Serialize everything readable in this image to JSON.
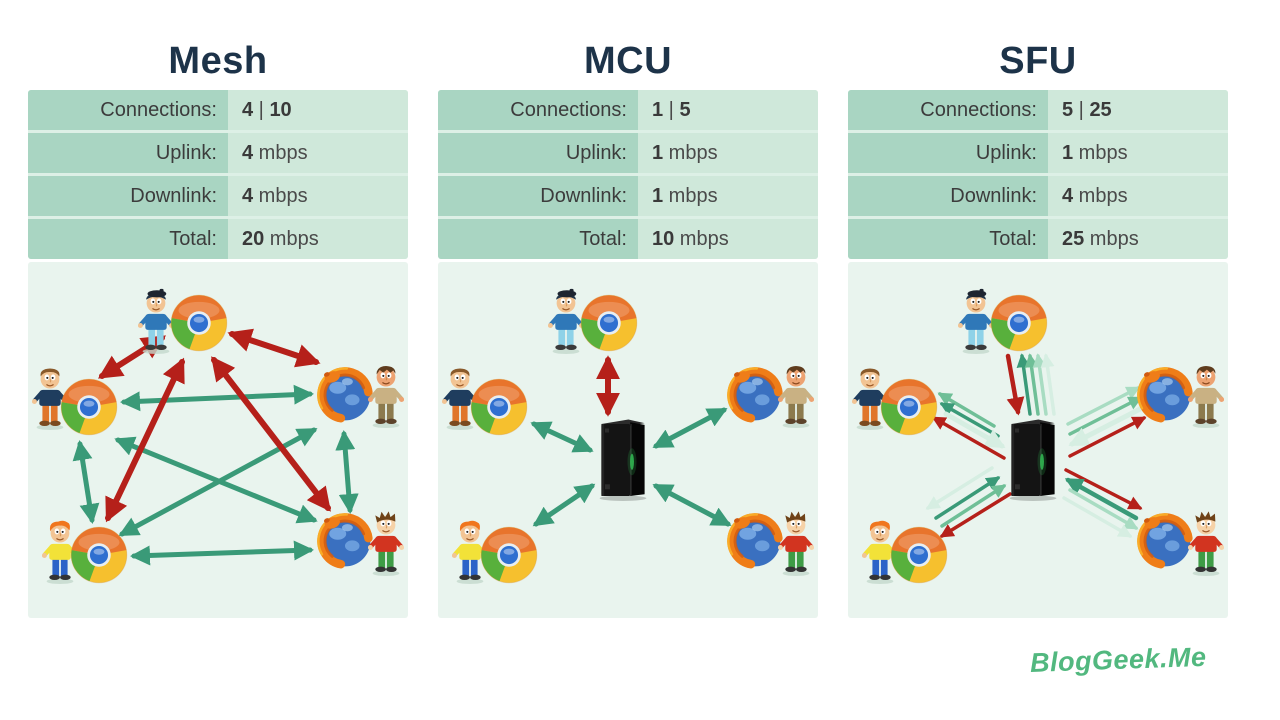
{
  "columns": [
    {
      "id": "mesh",
      "title": "Mesh",
      "rows": [
        {
          "label": "Connections:",
          "v1": "4",
          "v2": " | ",
          "v3": "10"
        },
        {
          "label": "Uplink:",
          "v1": "4",
          "v2": " mbps"
        },
        {
          "label": "Downlink:",
          "v1": "4",
          "v2": " mbps"
        },
        {
          "label": "Total:",
          "v1": "20",
          "v2": " mbps"
        }
      ],
      "diagram": {
        "layout": "pentagon-full-mesh",
        "server": false,
        "clients": [
          "chrome-man-beret",
          "chrome-boy",
          "firefox-man",
          "chrome-man-orange-hair",
          "firefox-kid"
        ],
        "red_links": [
          "top-left",
          "top-right",
          "top-bottomleft",
          "top-bottomright"
        ],
        "green_links": [
          "left-right",
          "left-bottomleft",
          "left-bottomright",
          "bottomleft-right",
          "right-bottomright",
          "bottomleft-bottomright"
        ]
      }
    },
    {
      "id": "mcu",
      "title": "MCU",
      "rows": [
        {
          "label": "Connections:",
          "v1": "1",
          "v2": " | ",
          "v3": "5"
        },
        {
          "label": "Uplink:",
          "v1": "1",
          "v2": " mbps"
        },
        {
          "label": "Downlink:",
          "v1": "1",
          "v2": " mbps"
        },
        {
          "label": "Total:",
          "v1": "10",
          "v2": " mbps"
        }
      ],
      "diagram": {
        "layout": "star-central-server",
        "server": true,
        "clients": [
          "chrome-man-beret",
          "chrome-boy",
          "firefox-man",
          "chrome-man-orange-hair",
          "firefox-kid"
        ],
        "red_links": [
          "top-server"
        ],
        "green_links": [
          "left-server",
          "right-server",
          "bottomleft-server",
          "bottomright-server"
        ]
      }
    },
    {
      "id": "sfu",
      "title": "SFU",
      "rows": [
        {
          "label": "Connections:",
          "v1": "5",
          "v2": " | ",
          "v3": "25"
        },
        {
          "label": "Uplink:",
          "v1": "1",
          "v2": " mbps"
        },
        {
          "label": "Downlink:",
          "v1": "4",
          "v2": " mbps"
        },
        {
          "label": "Total:",
          "v1": "25",
          "v2": " mbps"
        }
      ],
      "diagram": {
        "layout": "star-central-server-multistream",
        "server": true,
        "clients": [
          "chrome-man-beret",
          "chrome-boy",
          "firefox-man",
          "chrome-man-orange-hair",
          "firefox-kid"
        ],
        "red_links": [
          "top-to-server",
          "server-to-left",
          "server-to-right",
          "server-to-bottomleft",
          "server-to-bottomright"
        ],
        "green_links": [
          "multiple parallel forwarded streams per spoke (dark to pale green)"
        ]
      }
    }
  ],
  "logo": {
    "text": "BlogGeek.Me"
  },
  "colors": {
    "page_bg": "#ffffff",
    "title": "#1d3349",
    "label_col_bg": "#a9d5c2",
    "value_col_bg": "#cfe8da",
    "row_divider": "#ddf0e6",
    "panel_bg": "#e9f4ee",
    "text": "#3c3c3c",
    "arrow_red": "#b5201a",
    "arrow_green": "#3a9a78",
    "arrow_green_med": "#6fbf97",
    "arrow_green_pale": "#a8dcc2",
    "arrow_green_palest": "#d6eee2",
    "logo_green": "#52b87f"
  }
}
